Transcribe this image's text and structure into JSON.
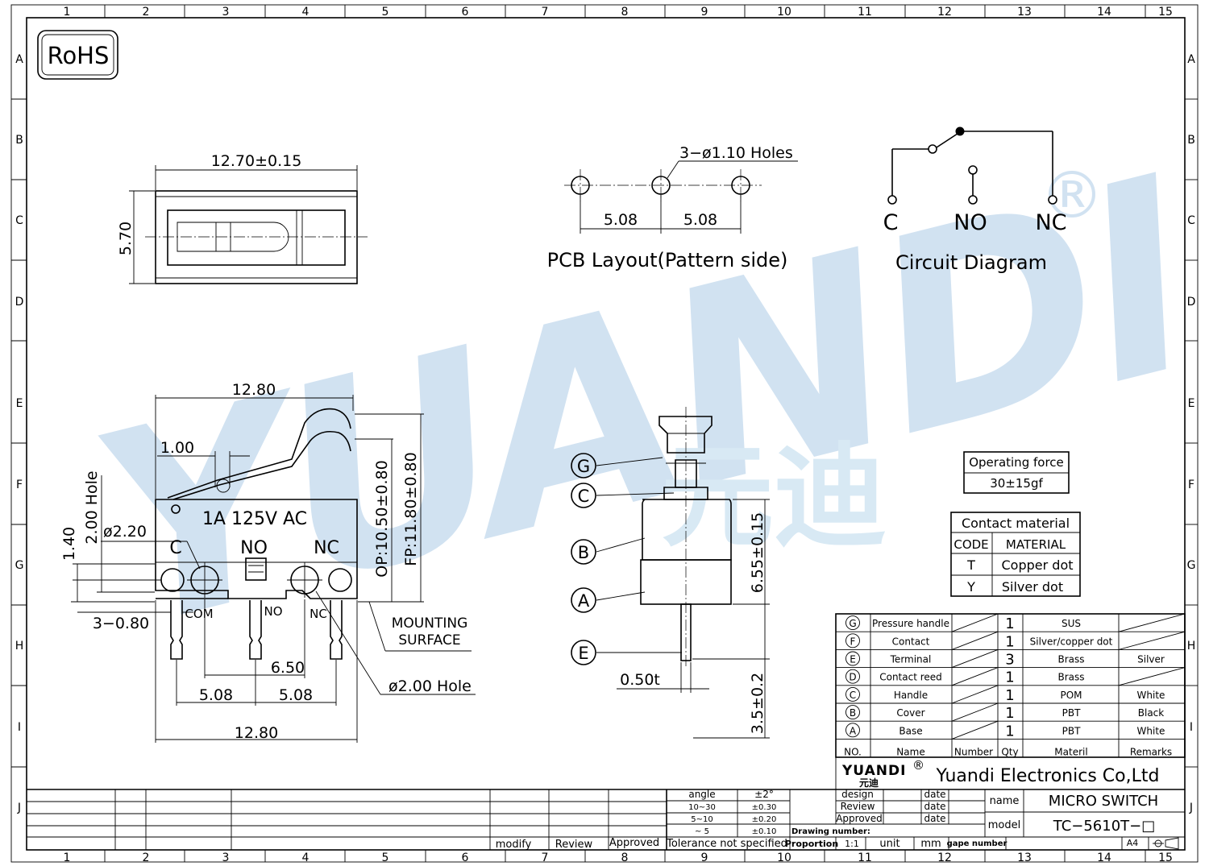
{
  "watermark": {
    "text": "YUANDI",
    "cn": "元迪",
    "registered": "®"
  },
  "badge": "RoHS",
  "border": {
    "columns": [
      "1",
      "2",
      "3",
      "4",
      "5",
      "6",
      "7",
      "8",
      "9",
      "10",
      "11",
      "12",
      "13",
      "14",
      "15"
    ],
    "rows": [
      "A",
      "B",
      "C",
      "D",
      "E",
      "F",
      "G",
      "H",
      "I",
      "J"
    ]
  },
  "top_view": {
    "width_dim": "12.70±0.15",
    "height_dim": "5.70"
  },
  "pcb": {
    "holes_note": "3−ø1.10  Holes",
    "pitch_left": "5.08",
    "pitch_right": "5.08",
    "title": "PCB  Layout(Pattern  side)"
  },
  "circuit": {
    "title": "Circuit  Diagram",
    "terminals": [
      "C",
      "NO",
      "NC"
    ]
  },
  "front_view": {
    "top_width": "12.80",
    "lever_offset": "1.00",
    "rating": "1A 125V AC",
    "terminal_labels": [
      "C",
      "NO",
      "NC"
    ],
    "pin_labels": [
      "COM",
      "NO",
      "NC"
    ],
    "hole_label": "2.00  Hole",
    "hole_pos": "1.40",
    "dia": "ø2.20",
    "op": "OP:10.50±0.80",
    "fp": "FP:11.80±0.80",
    "pin_dim": "3−0.80",
    "mounting": [
      "MOUNTING",
      "SURFACE"
    ],
    "spacing": "6.50",
    "pitch_left": "5.08",
    "pitch_right": "5.08",
    "bottom_width": "12.80",
    "hole_note": "ø2.00  Hole"
  },
  "side_view": {
    "callouts": [
      "G",
      "C",
      "B",
      "A",
      "E"
    ],
    "body_height": "6.55±0.15",
    "pin_length": "3.5±0.2",
    "pin_thickness": "0.50t"
  },
  "operating_force": {
    "title": "Operating  force",
    "value": "30±15gf"
  },
  "contact_material": {
    "title": "Contact  material",
    "headers": [
      "CODE",
      "MATERIAL"
    ],
    "rows": [
      [
        "T",
        "Copper  dot"
      ],
      [
        "Y",
        "Silver  dot"
      ]
    ]
  },
  "bom": {
    "rows": [
      {
        "no": "G",
        "name": "Pressure handle",
        "qty": "1",
        "material": "SUS",
        "remarks": ""
      },
      {
        "no": "F",
        "name": "Contact",
        "qty": "1",
        "material": "Silver/copper dot",
        "remarks": ""
      },
      {
        "no": "E",
        "name": "Terminal",
        "qty": "3",
        "material": "Brass",
        "remarks": "Silver"
      },
      {
        "no": "D",
        "name": "Contact reed",
        "qty": "1",
        "material": "Brass",
        "remarks": ""
      },
      {
        "no": "C",
        "name": "Handle",
        "qty": "1",
        "material": "POM",
        "remarks": "White"
      },
      {
        "no": "B",
        "name": "Cover",
        "qty": "1",
        "material": "PBT",
        "remarks": "Black"
      },
      {
        "no": "A",
        "name": "Base",
        "qty": "1",
        "material": "PBT",
        "remarks": "White"
      }
    ],
    "headers": [
      "NO.",
      "Name",
      "Number",
      "Qty",
      "Materil",
      "Remarks"
    ]
  },
  "title_block": {
    "logo": "YUANDI",
    "logo_cn": "元迪",
    "logo_mark": "®",
    "company": "Yuandi Electronics Co,Ltd",
    "design": "design",
    "review": "Review",
    "approved": "Approved",
    "date": "date",
    "name_label": "name",
    "name_value": "MICRO  SWITCH",
    "model_label": "model",
    "model_value": "TC−5610T−□",
    "drawing_number": "Drawing number:",
    "proportion": "Proportion",
    "proportion_value": "1:1",
    "unit": "unit",
    "unit_value": "mm",
    "page_number": "gape number",
    "paper": "A4"
  },
  "tolerance": {
    "rows": [
      [
        "angle",
        "±2°"
      ],
      [
        "10~30",
        "±0.30"
      ],
      [
        "5~10",
        "±0.20"
      ],
      [
        "~ 5",
        "±0.10"
      ]
    ],
    "footer": "Tolerance  not  specified"
  },
  "revision": {
    "modify": "modify",
    "review": "Review",
    "approved": "Approved"
  }
}
